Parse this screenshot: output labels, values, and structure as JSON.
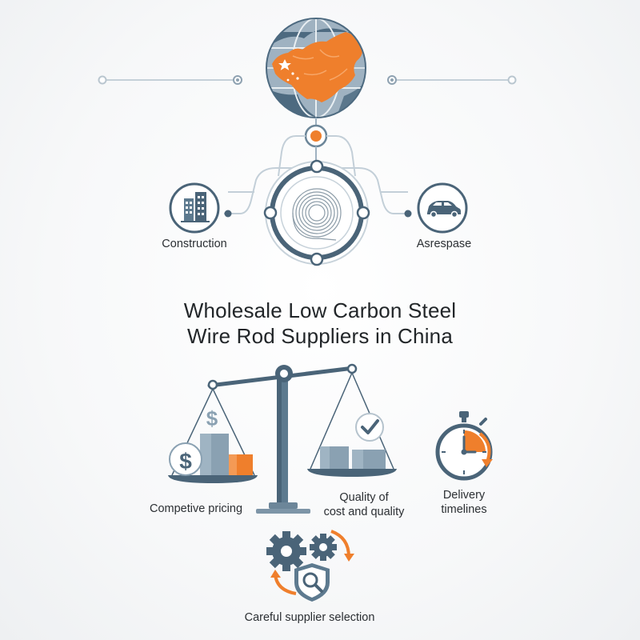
{
  "title": {
    "line1": "Wholesale Low Carbon Steel",
    "line2": "Wire Rod Suppliers in China"
  },
  "top_section": {
    "left_label": "Construction",
    "right_label": "Asrespase",
    "left_icon": "building-icon",
    "right_icon": "car-icon",
    "center_icon": "wire-coil-icon",
    "top_icon": "globe-china-icon"
  },
  "bottom_section": {
    "pricing_label": "Competive pricing",
    "quality_label_line1": "Quality of",
    "quality_label_line2": "cost and quality",
    "delivery_label_line1": "Delivery",
    "delivery_label_line2": "timelines",
    "selection_label": "Careful supplier selection",
    "icons": [
      "balance-scale-icon",
      "dollar-icon",
      "checkmark-icon",
      "stopwatch-icon",
      "gears-icon",
      "shield-search-icon"
    ]
  },
  "colors": {
    "primary": "#4a6478",
    "accent": "#ef7f2c",
    "light": "#aebdc8",
    "text": "#2b2f33"
  }
}
